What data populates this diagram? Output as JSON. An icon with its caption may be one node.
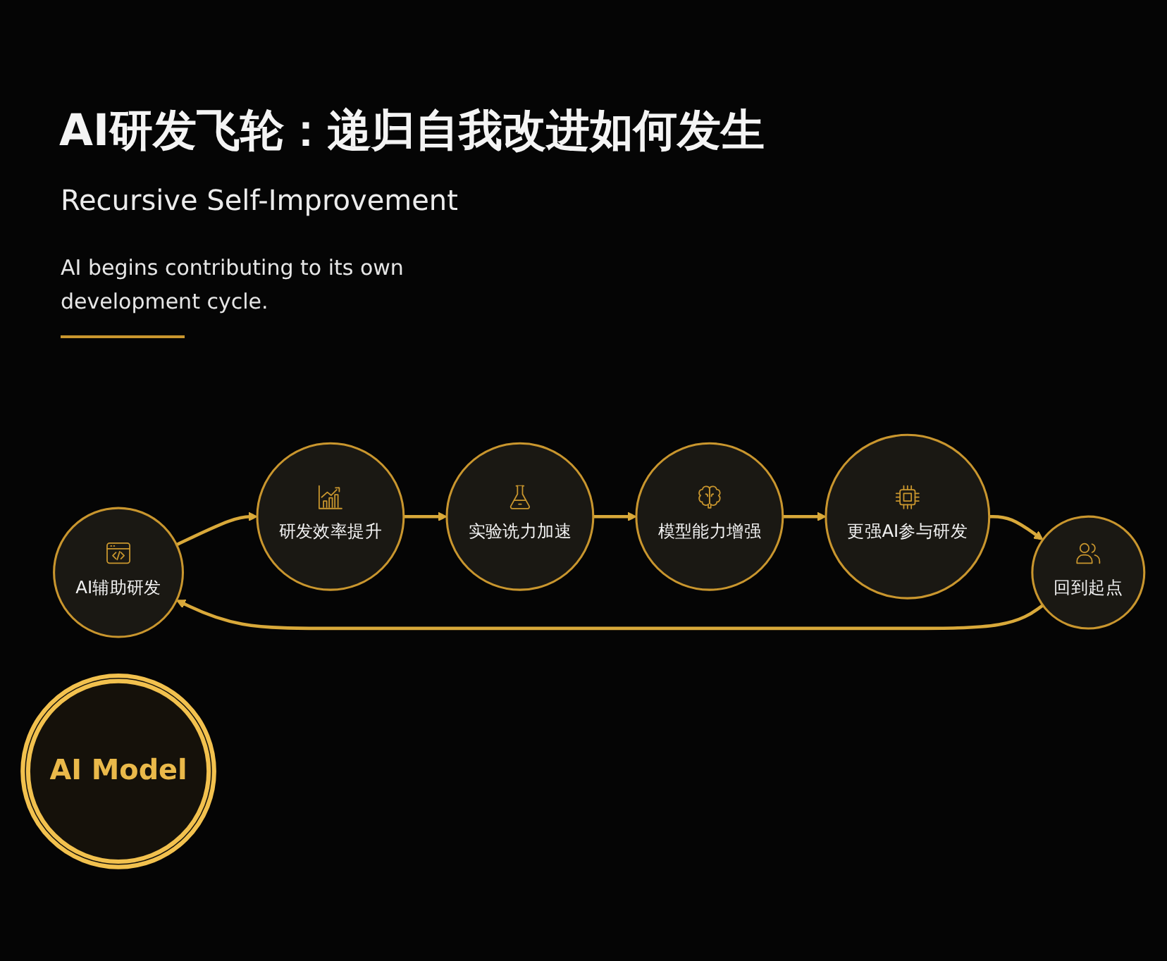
{
  "diagram": {
    "title": "AI研发飞轮：递归自我改进如何发生",
    "nodes": [
      {
        "text": [
          "AI辅助研发"
        ]
      },
      {
        "text": [
          "研发效率提升"
        ]
      },
      {
        "text": [
          "实验诜力加速"
        ]
      },
      {
        "text": [
          "模型能力增强"
        ]
      },
      {
        "text": [
          "更强AI参与研发"
        ]
      },
      {
        "text": [
          "回到起点"
        ]
      },
      {
        "text": [
          "AI Model"
        ]
      }
    ],
    "edges": [
      {
        "from": 0,
        "to": 1,
        "arrow": "to"
      },
      {
        "from": 1,
        "to": 2,
        "arrow": "to"
      },
      {
        "from": 2,
        "to": 3,
        "arrow": "to"
      },
      {
        "from": 3,
        "to": 4,
        "arrow": "to"
      },
      {
        "from": 4,
        "to": 5,
        "arrow": "to"
      },
      {
        "from": 5,
        "to": 0,
        "arrow": "to"
      }
    ],
    "labels": [
      "Recursive Self-Improvement",
      "AI begins contributing to its own development cycle."
    ]
  }
}
